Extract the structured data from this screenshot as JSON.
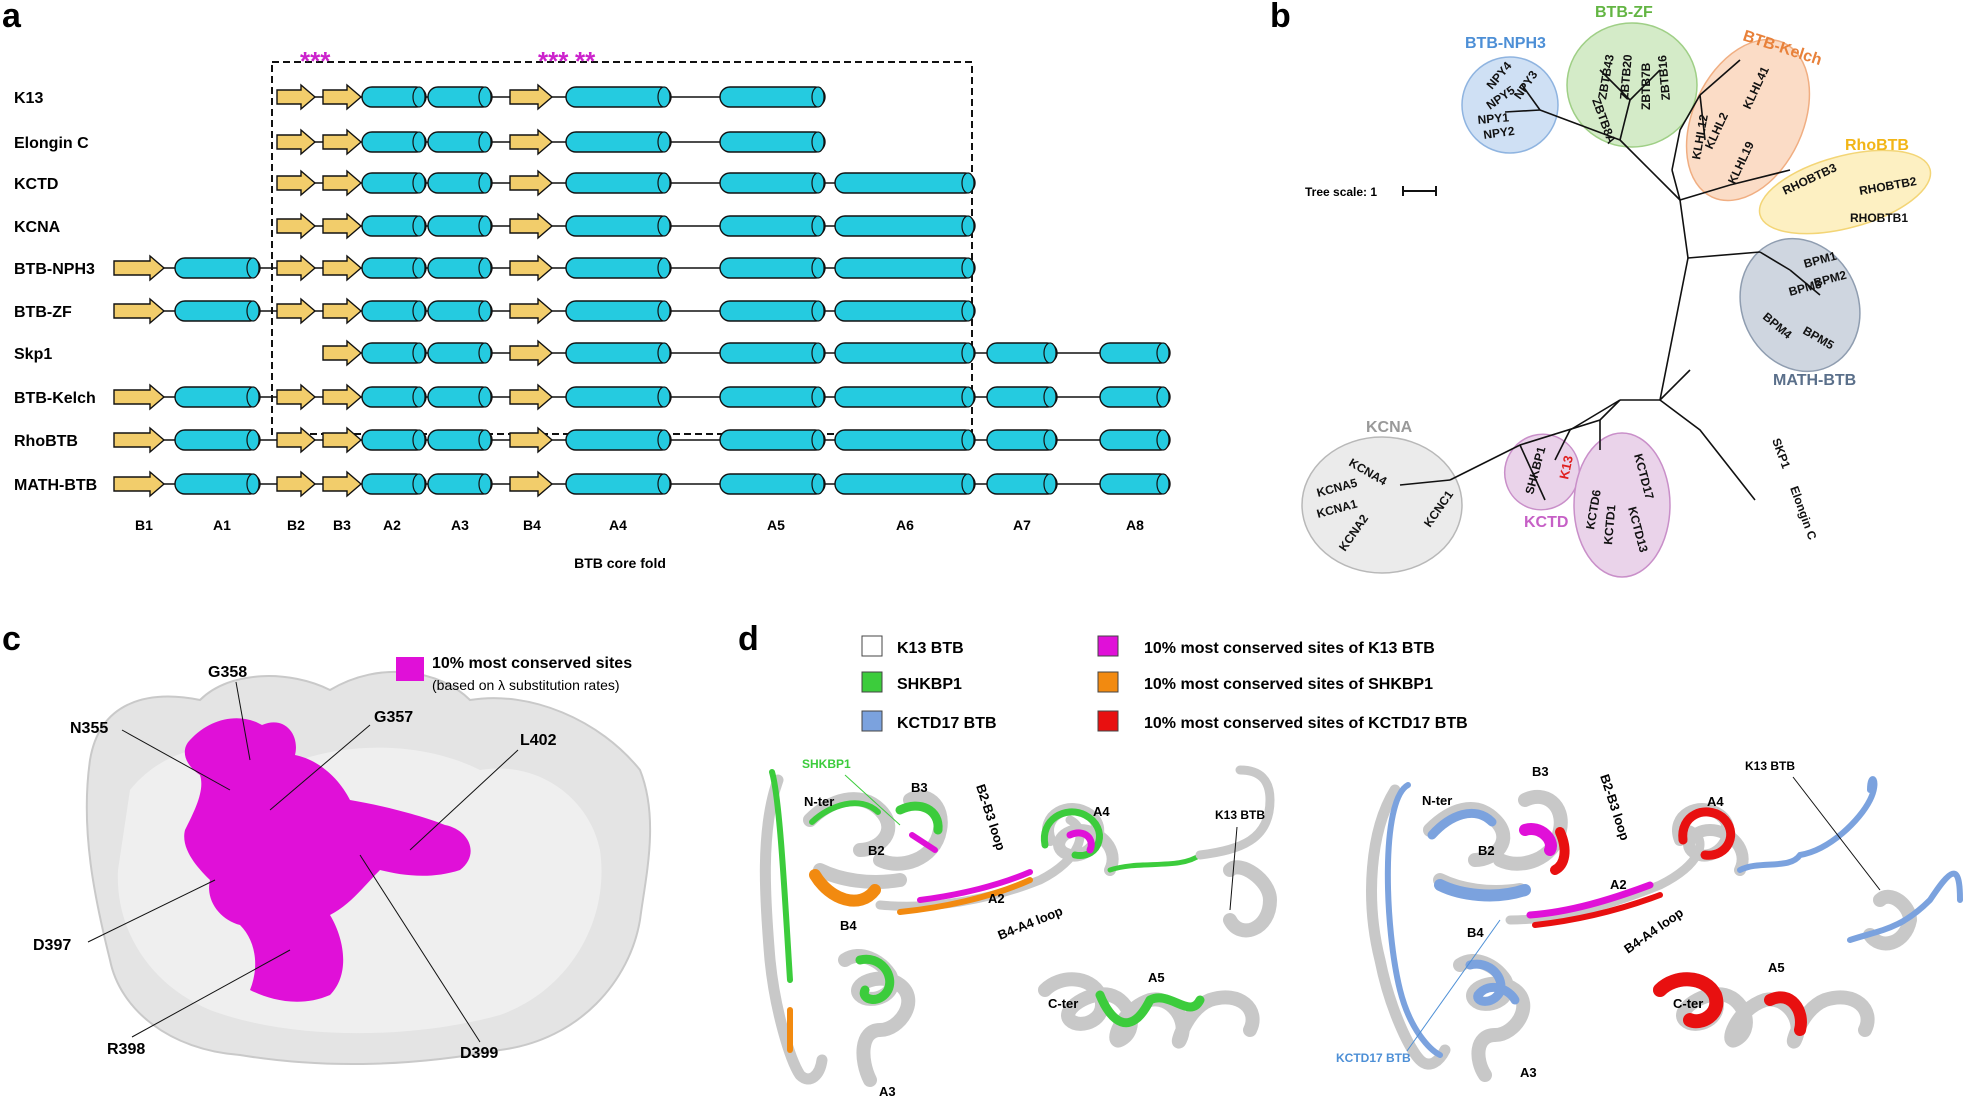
{
  "panel_labels": {
    "a": "a",
    "b": "b",
    "c": "c",
    "d": "d"
  },
  "panel_a": {
    "rows": [
      "K13",
      "Elongin C",
      "KCTD",
      "KCNA",
      "BTB-NPH3",
      "BTB-ZF",
      "Skp1",
      "BTB-Kelch",
      "RhoBTB",
      "MATH-BTB"
    ],
    "segments": [
      "B1",
      "A1",
      "B2",
      "B3",
      "A2",
      "A3",
      "B4",
      "A4",
      "A5",
      "A6",
      "A7",
      "A8"
    ],
    "asterisks_left": "***",
    "asterisks_right_1": "***",
    "asterisks_right_2": "**",
    "core_label": "BTB core fold",
    "colors": {
      "strand": "#f2cd6b",
      "helix": "#25cbe0",
      "asterisk": "#cc22cc"
    }
  },
  "panel_b": {
    "tree_scale_label": "Tree scale: 1",
    "groups": {
      "npH3": "BTB-NPH3",
      "zf": "BTB-ZF",
      "kelch": "BTB-Kelch",
      "rho": "RhoBTB",
      "math": "MATH-BTB",
      "kcna": "KCNA",
      "kctd": "KCTD"
    },
    "leaves": {
      "npy4": "NPY4",
      "npy3": "NPY3",
      "npy5": "NPY5",
      "npy1": "NPY1",
      "npy2": "NPY2",
      "zbtb43": "ZBTB43",
      "zbtb20": "ZBTB20",
      "zbtb7b": "ZBTB7B",
      "zbtb16": "ZBTB16",
      "zbtb8a": "ZBTB8A",
      "klhl12": "KLHL12",
      "klhl2": "KLHL2",
      "klhl41": "KLHL41",
      "klhl19": "KLHL19",
      "rhobtb3": "RHOBTB3",
      "rhobtb2": "RHOBTB2",
      "rhobtb1": "RHOBTB1",
      "bpm1": "BPM1",
      "bpm2": "BPM2",
      "bpm3": "BPM3",
      "bpm4": "BPM4",
      "bpm5": "BPM5",
      "skp1": "SKP1",
      "elonginc": "Elongin C",
      "kcna4": "KCNA4",
      "kcna5": "KCNA5",
      "kcna1": "KCNA1",
      "kcna2": "KCNA2",
      "kcnc1": "KCNC1",
      "shkbp1": "SHKBP1",
      "k13": "K13",
      "kctd6": "KCTD6",
      "kctd17": "KCTD17",
      "kctd1": "KCTD1",
      "kctd13": "KCTD13"
    },
    "colors": {
      "npH3": "#4d8fd6",
      "zf": "#63b543",
      "kelch": "#e8813a",
      "rho": "#f2b517",
      "math": "#5a6f8a",
      "kcna": "#999999",
      "kctd": "#c660c6",
      "k13": "#e02020"
    }
  },
  "panel_c": {
    "legend_title": "10% most conserved sites",
    "legend_sub": "(based on λ substitution rates)",
    "residues": {
      "g358": "G358",
      "n355": "N355",
      "g357": "G357",
      "l402": "L402",
      "d397": "D397",
      "r398": "R398",
      "d399": "D399"
    },
    "color": "#e010d8"
  },
  "panel_d": {
    "legend": {
      "k13": "K13 BTB",
      "shkbp1": "SHKBP1",
      "kctd17": "KCTD17 BTB",
      "cons_k13": "10% most conserved sites of K13 BTB",
      "cons_shkbp1": "10% most conserved sites of SHKBP1",
      "cons_kctd17": "10% most conserved sites of KCTD17 BTB"
    },
    "left": {
      "shkbp1": "SHKBP1",
      "nter": "N-ter",
      "b3": "B3",
      "b2b3": "B2-B3 loop",
      "b2": "B2",
      "a4": "A4",
      "k13": "K13 BTB",
      "a2": "A2",
      "b4": "B4",
      "b4a4": "B4-A4 loop",
      "a5": "A5",
      "cter": "C-ter",
      "a3": "A3"
    },
    "right": {
      "nter": "N-ter",
      "b3": "B3",
      "b2b3": "B2-B3 loop",
      "b2": "B2",
      "a4": "A4",
      "k13": "K13 BTB",
      "a2": "A2",
      "b4": "B4",
      "b4a4": "B4-A4 loop",
      "a5": "A5",
      "cter": "C-ter",
      "a3": "A3",
      "kctd17": "KCTD17 BTB"
    },
    "colors": {
      "k13": "#ffffff",
      "shkbp1": "#3ccc3c",
      "kctd17": "#7ba2de",
      "cons_k13": "#e010d8",
      "cons_shkbp1": "#f28a10",
      "cons_kctd17": "#e81010",
      "gray": "#d4d4d4"
    }
  }
}
